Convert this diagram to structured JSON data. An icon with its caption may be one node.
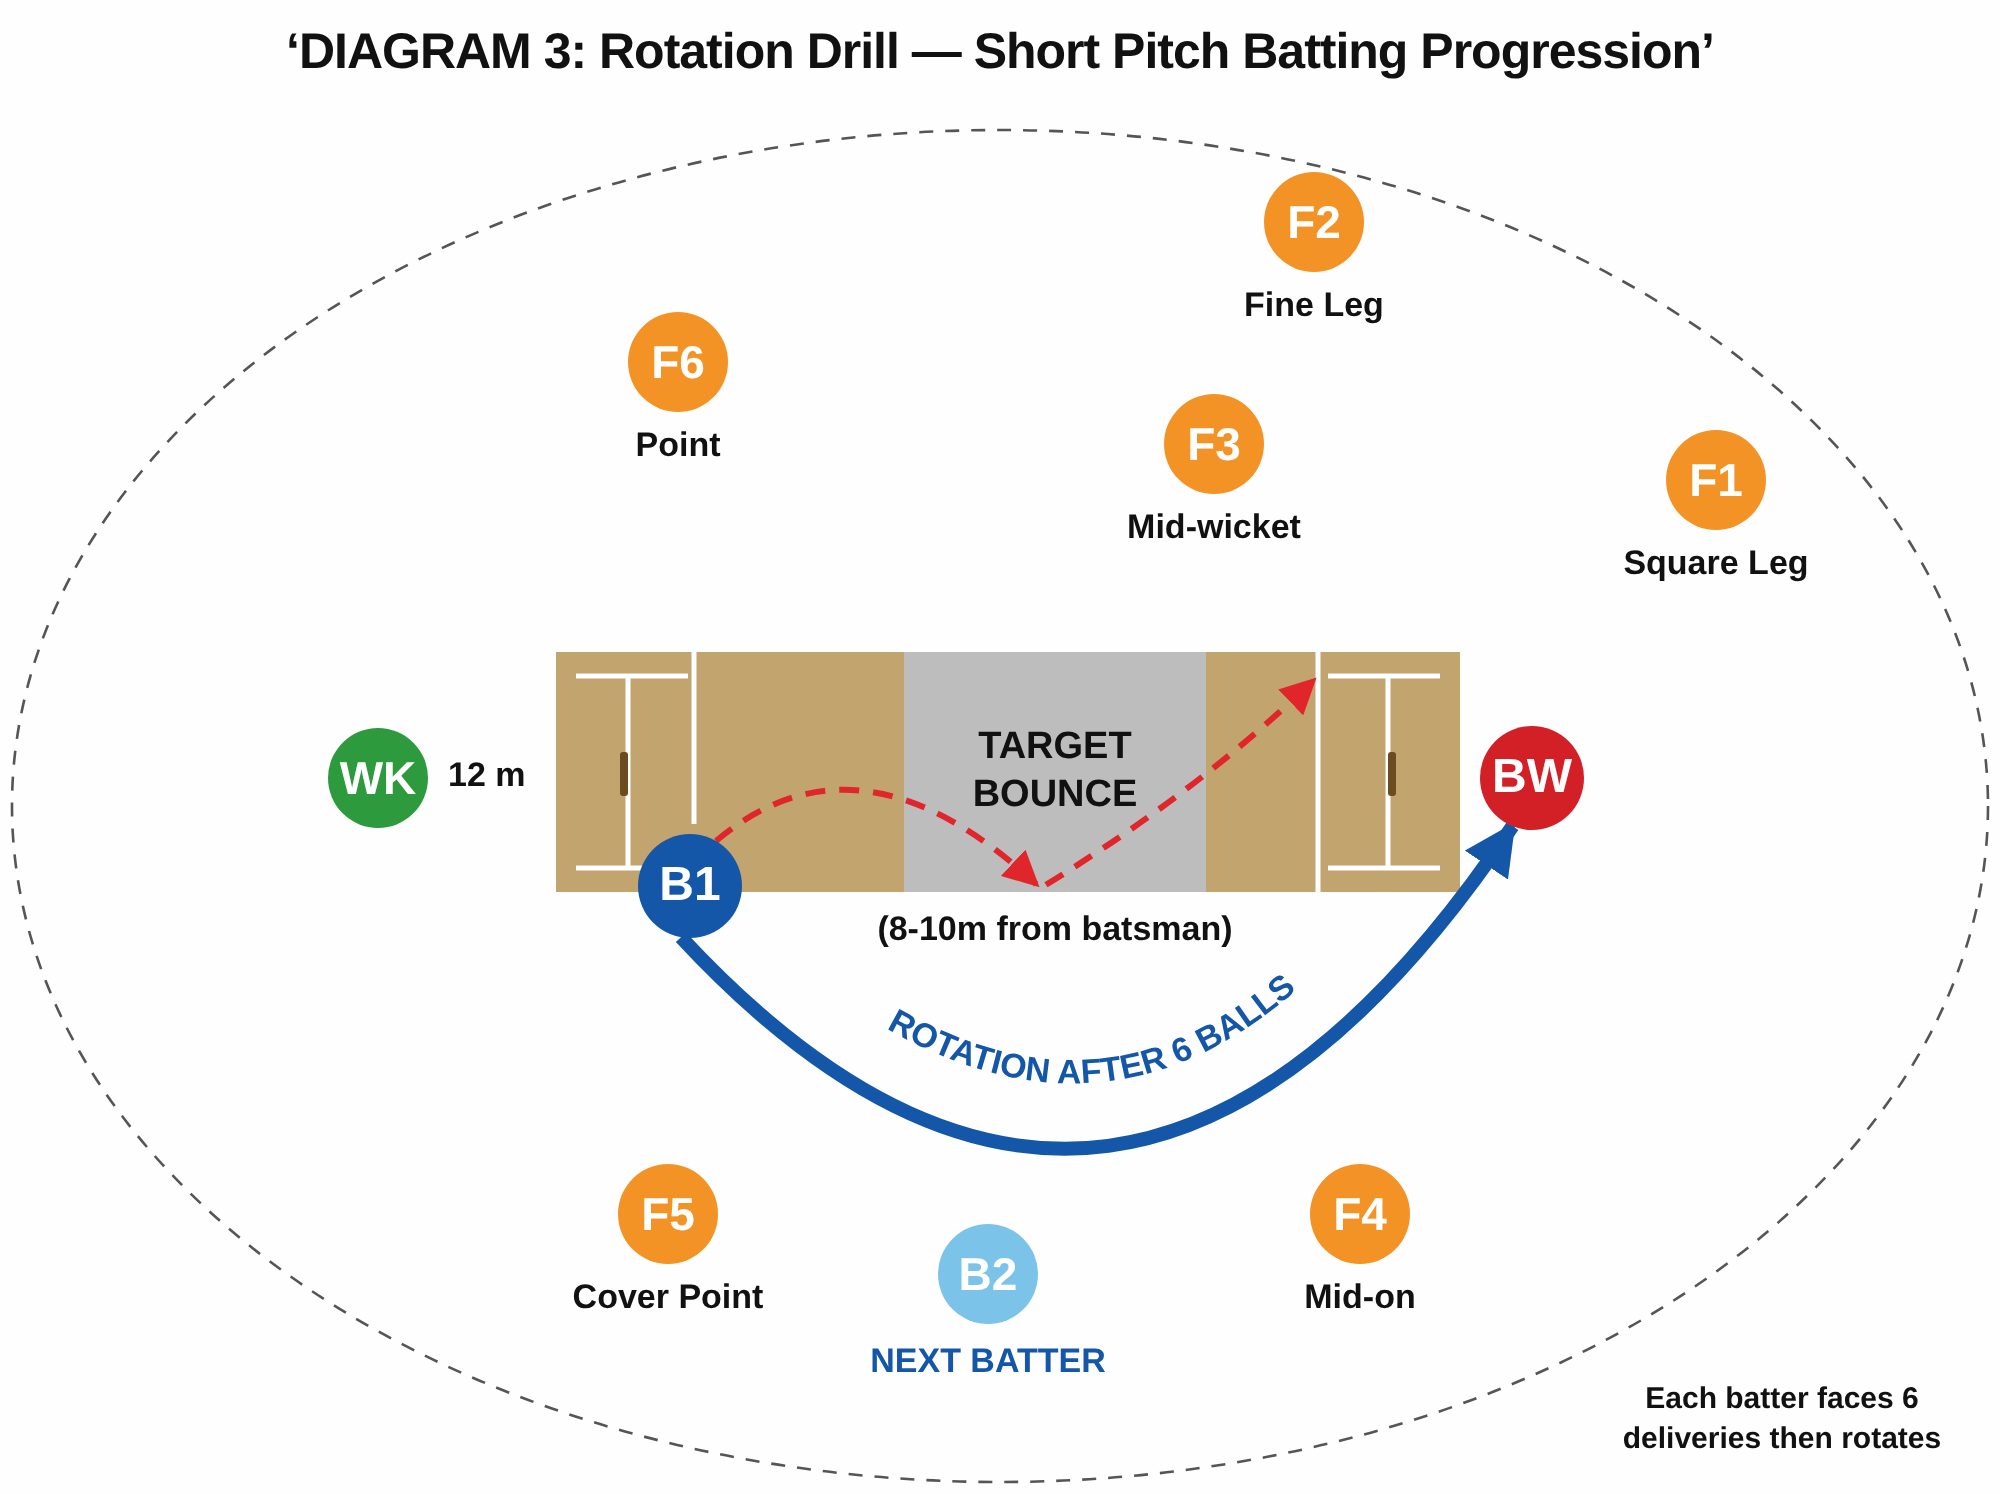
{
  "diagram": {
    "title": "‘DIAGRAM 3: Rotation Drill — Short Pitch Batting Progression’",
    "nodes": [
      {
        "text": [
          "F2"
        ],
        "beside": [
          "Fine Leg"
        ]
      },
      {
        "text": [
          "F6"
        ],
        "beside": [
          "Point"
        ]
      },
      {
        "text": [
          "F3"
        ],
        "beside": [
          "Mid-wicket"
        ]
      },
      {
        "text": [
          "F1"
        ],
        "beside": [
          "Square Leg"
        ]
      },
      {
        "text": [],
        "shape": "box"
      },
      {
        "text": [
          "WK"
        ],
        "beside": [
          "12 m"
        ]
      },
      {
        "text": [
          "B1"
        ]
      },
      {
        "text": [
          "TARGET BOUNCE"
        ],
        "in": 4,
        "beside": [
          "(8-10m from batsman)"
        ]
      },
      {
        "text": [
          "BW"
        ]
      },
      {
        "text": [
          "F5"
        ],
        "beside": [
          "Cover Point"
        ]
      },
      {
        "text": [
          "B2"
        ],
        "beside": [
          "NEXT BATTER"
        ]
      },
      {
        "text": [
          "F4"
        ],
        "beside": [
          "Mid-on"
        ]
      }
    ],
    "edges": [
      {
        "from": 6,
        "to": 7,
        "arrow": "to",
        "style": "dashed",
        "color": "#e0262b"
      },
      {
        "from": 7,
        "to": null,
        "arrow": "to",
        "style": "dashed",
        "color": "#e0262b"
      },
      {
        "from": 6,
        "to": 8,
        "arrow": "to",
        "style": "thick",
        "color": "#1457a8",
        "label": "ROTATION AFTER 6 BALLS"
      }
    ],
    "labels": [
      "Each batter faces 6 deliveries then rotates"
    ]
  }
}
